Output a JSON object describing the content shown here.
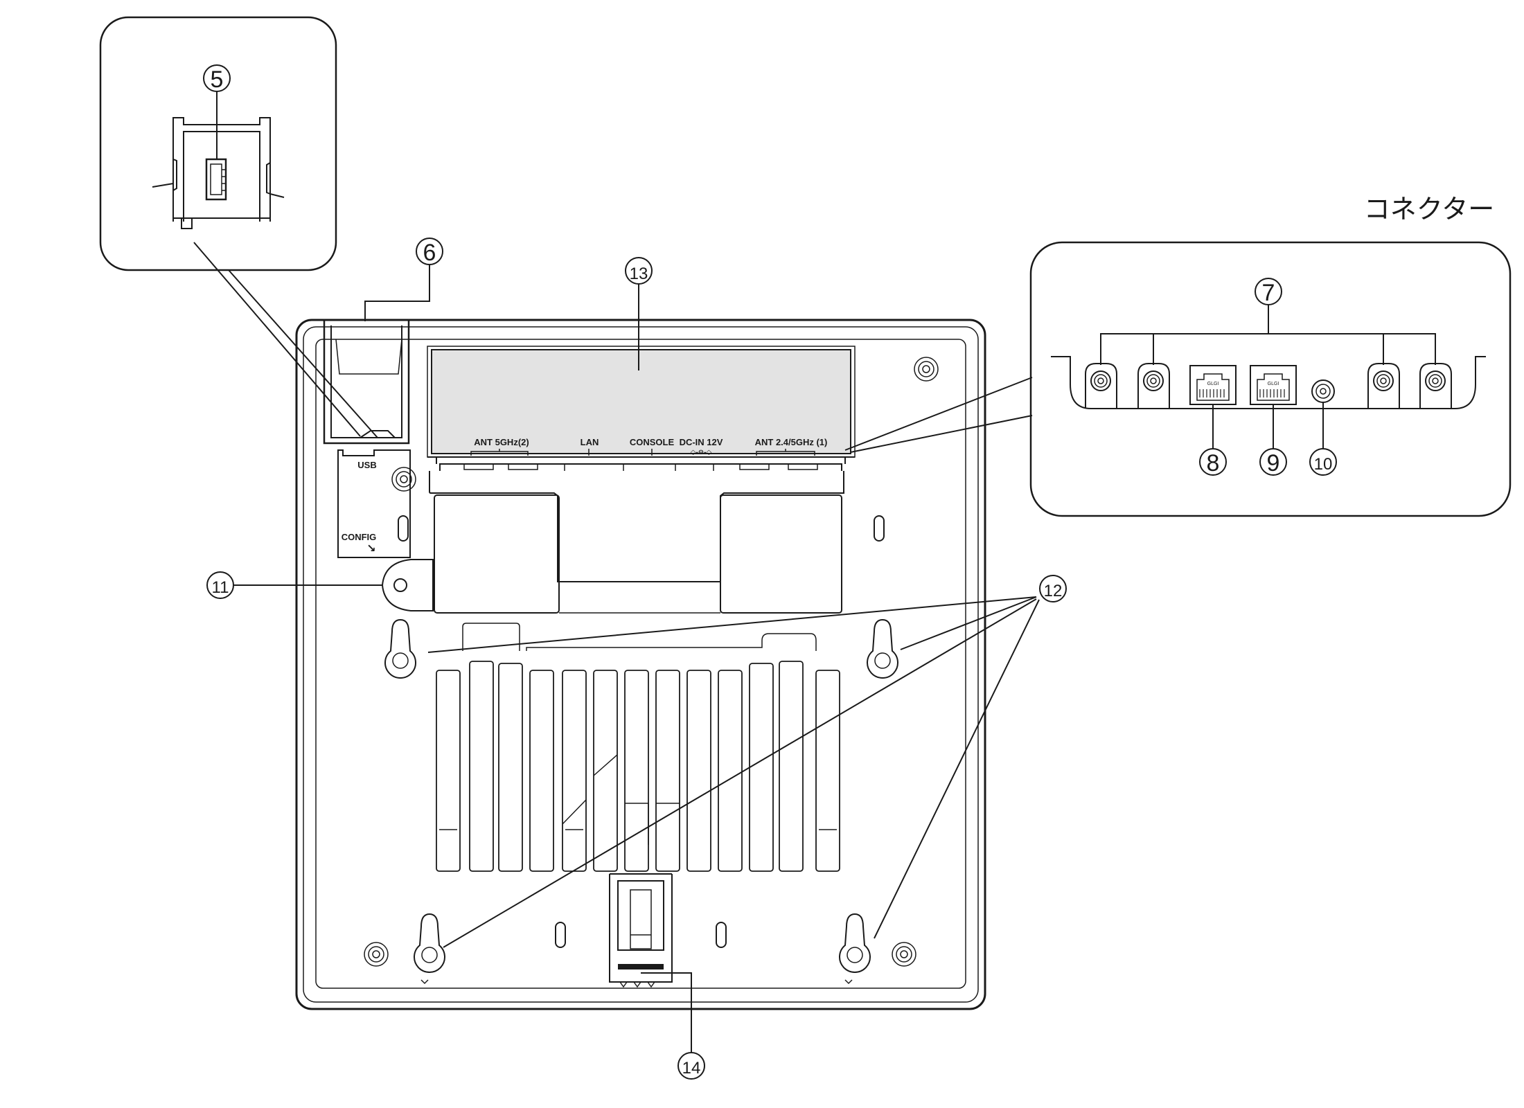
{
  "connector_heading": "コネクター",
  "callouts": {
    "c5": "5",
    "c6": "6",
    "c7": "7",
    "c8": "8",
    "c9": "9",
    "c10": "10",
    "c11": "11",
    "c12": "12",
    "c13": "13",
    "c14": "14"
  },
  "port_labels": {
    "ant_5ghz": "ANT  5GHz(2)",
    "lan": "LAN",
    "console": "CONSOLE",
    "dc_in": "DC-IN 12V",
    "ant_24_5ghz": "ANT  2.4/5GHz (1)",
    "usb": "USB",
    "config": "CONFIG",
    "rj_tag": "GLGI"
  }
}
